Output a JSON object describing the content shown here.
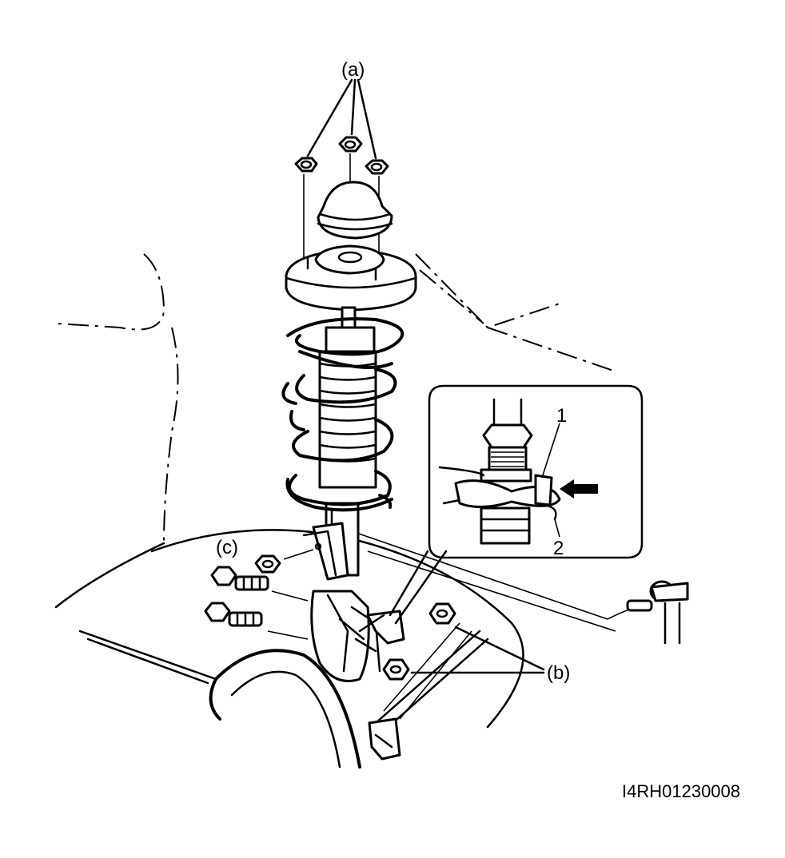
{
  "labels": {
    "a": "(a)",
    "b": "(b)",
    "c": "(c)",
    "inset_1": "1",
    "inset_2": "2"
  },
  "figure_code": "I4RH01230008",
  "icons": [
    "nut-icon",
    "bolt-icon",
    "coil-spring-icon",
    "strut-icon",
    "arrow-icon"
  ]
}
